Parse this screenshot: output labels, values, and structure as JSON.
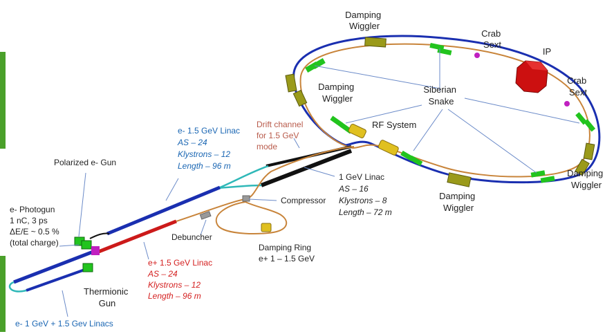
{
  "labels": {
    "damping_wiggler_top": [
      "Damping",
      "Wiggler"
    ],
    "crab_sext_top": [
      "Crab",
      "Sext"
    ],
    "ip": "IP",
    "damping_wiggler_left": [
      "Damping",
      "Wiggler"
    ],
    "siberian_snake": [
      "Siberian",
      "Snake"
    ],
    "crab_sext_right": [
      "Crab",
      "Sext"
    ],
    "drift_channel": [
      "Drift channel",
      "for 1.5 GeV",
      "mode"
    ],
    "rf_system": "RF System",
    "e_linac_15": [
      "e- 1.5 GeV Linac",
      "AS – 24",
      "Klystrons – 12",
      "Length – 96 m"
    ],
    "damping_wiggler_right": [
      "Damping",
      "Wiggler"
    ],
    "polarized_gun": "Polarized e- Gun",
    "linac_1gev": [
      "1 GeV Linac",
      "AS – 16",
      "Klystrons –  8",
      "Length – 72 m"
    ],
    "compressor": "Compressor",
    "damping_wiggler_bottom": [
      "Damping",
      "Wiggler"
    ],
    "photogun": [
      "e- Photogun",
      "1 nC, 3 ps",
      "ΔE/E ~ 0.5 %",
      "(total charge)"
    ],
    "debuncher": "Debuncher",
    "damping_ring": [
      "Damping Ring",
      "e+ 1 – 1.5  GeV"
    ],
    "positron_linac": [
      "e+ 1.5 GeV Linac",
      "AS – 24",
      "Klystrons – 12",
      "Length – 96 m"
    ],
    "thermionic_gun": [
      "Thermionic",
      "Gun"
    ],
    "bottom_caption": "e- 1 GeV + 1.5 Gev Linacs"
  },
  "colors": {
    "ring_blue": "#1a2fb0",
    "ring_orange": "#c8843a",
    "linac_blue": "#1a2fb0",
    "linac_red": "#cc1a1a",
    "linac_black": "#111111",
    "cyan": "#2fb8b8",
    "magnet_green": "#22c41e",
    "wiggler_olive": "#9a9a1a",
    "rf_yellow": "#e0c020",
    "ip_red": "#cc1010",
    "sext_magenta": "#c020c0",
    "text_blue": "#1a66b3",
    "text_red": "#d42020",
    "text_brown": "#b85a4a",
    "side_bar_green": "#4aa02a",
    "pointer_line": "#6a8ac8"
  }
}
